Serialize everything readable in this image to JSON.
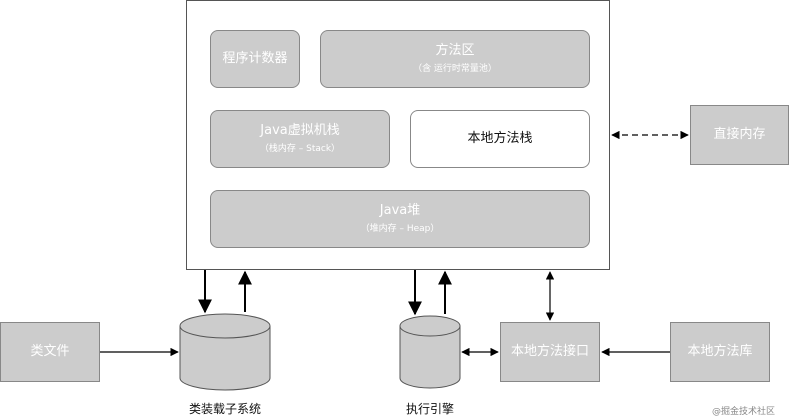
{
  "jvm": {
    "pc_register": "程序计数器",
    "method_area": {
      "title": "方法区",
      "subtitle": "（含 运行时常量池）"
    },
    "jvm_stack": {
      "title": "Java虚拟机栈",
      "subtitle": "（栈内存 – Stack）"
    },
    "native_stack": "本地方法栈",
    "heap": {
      "title": "Java堆",
      "subtitle": "（堆内存 – Heap）"
    }
  },
  "direct_memory": "直接内存",
  "class_file": "类文件",
  "class_loader": "类装载子系统",
  "execution_engine": "执行引擎",
  "native_interface": "本地方法接口",
  "native_library": "本地方法库",
  "watermark": "@掘金技术社区",
  "colors": {
    "box_fill": "#cccccc",
    "border": "#888888",
    "frame_border": "#555555",
    "arrow": "#000000"
  }
}
